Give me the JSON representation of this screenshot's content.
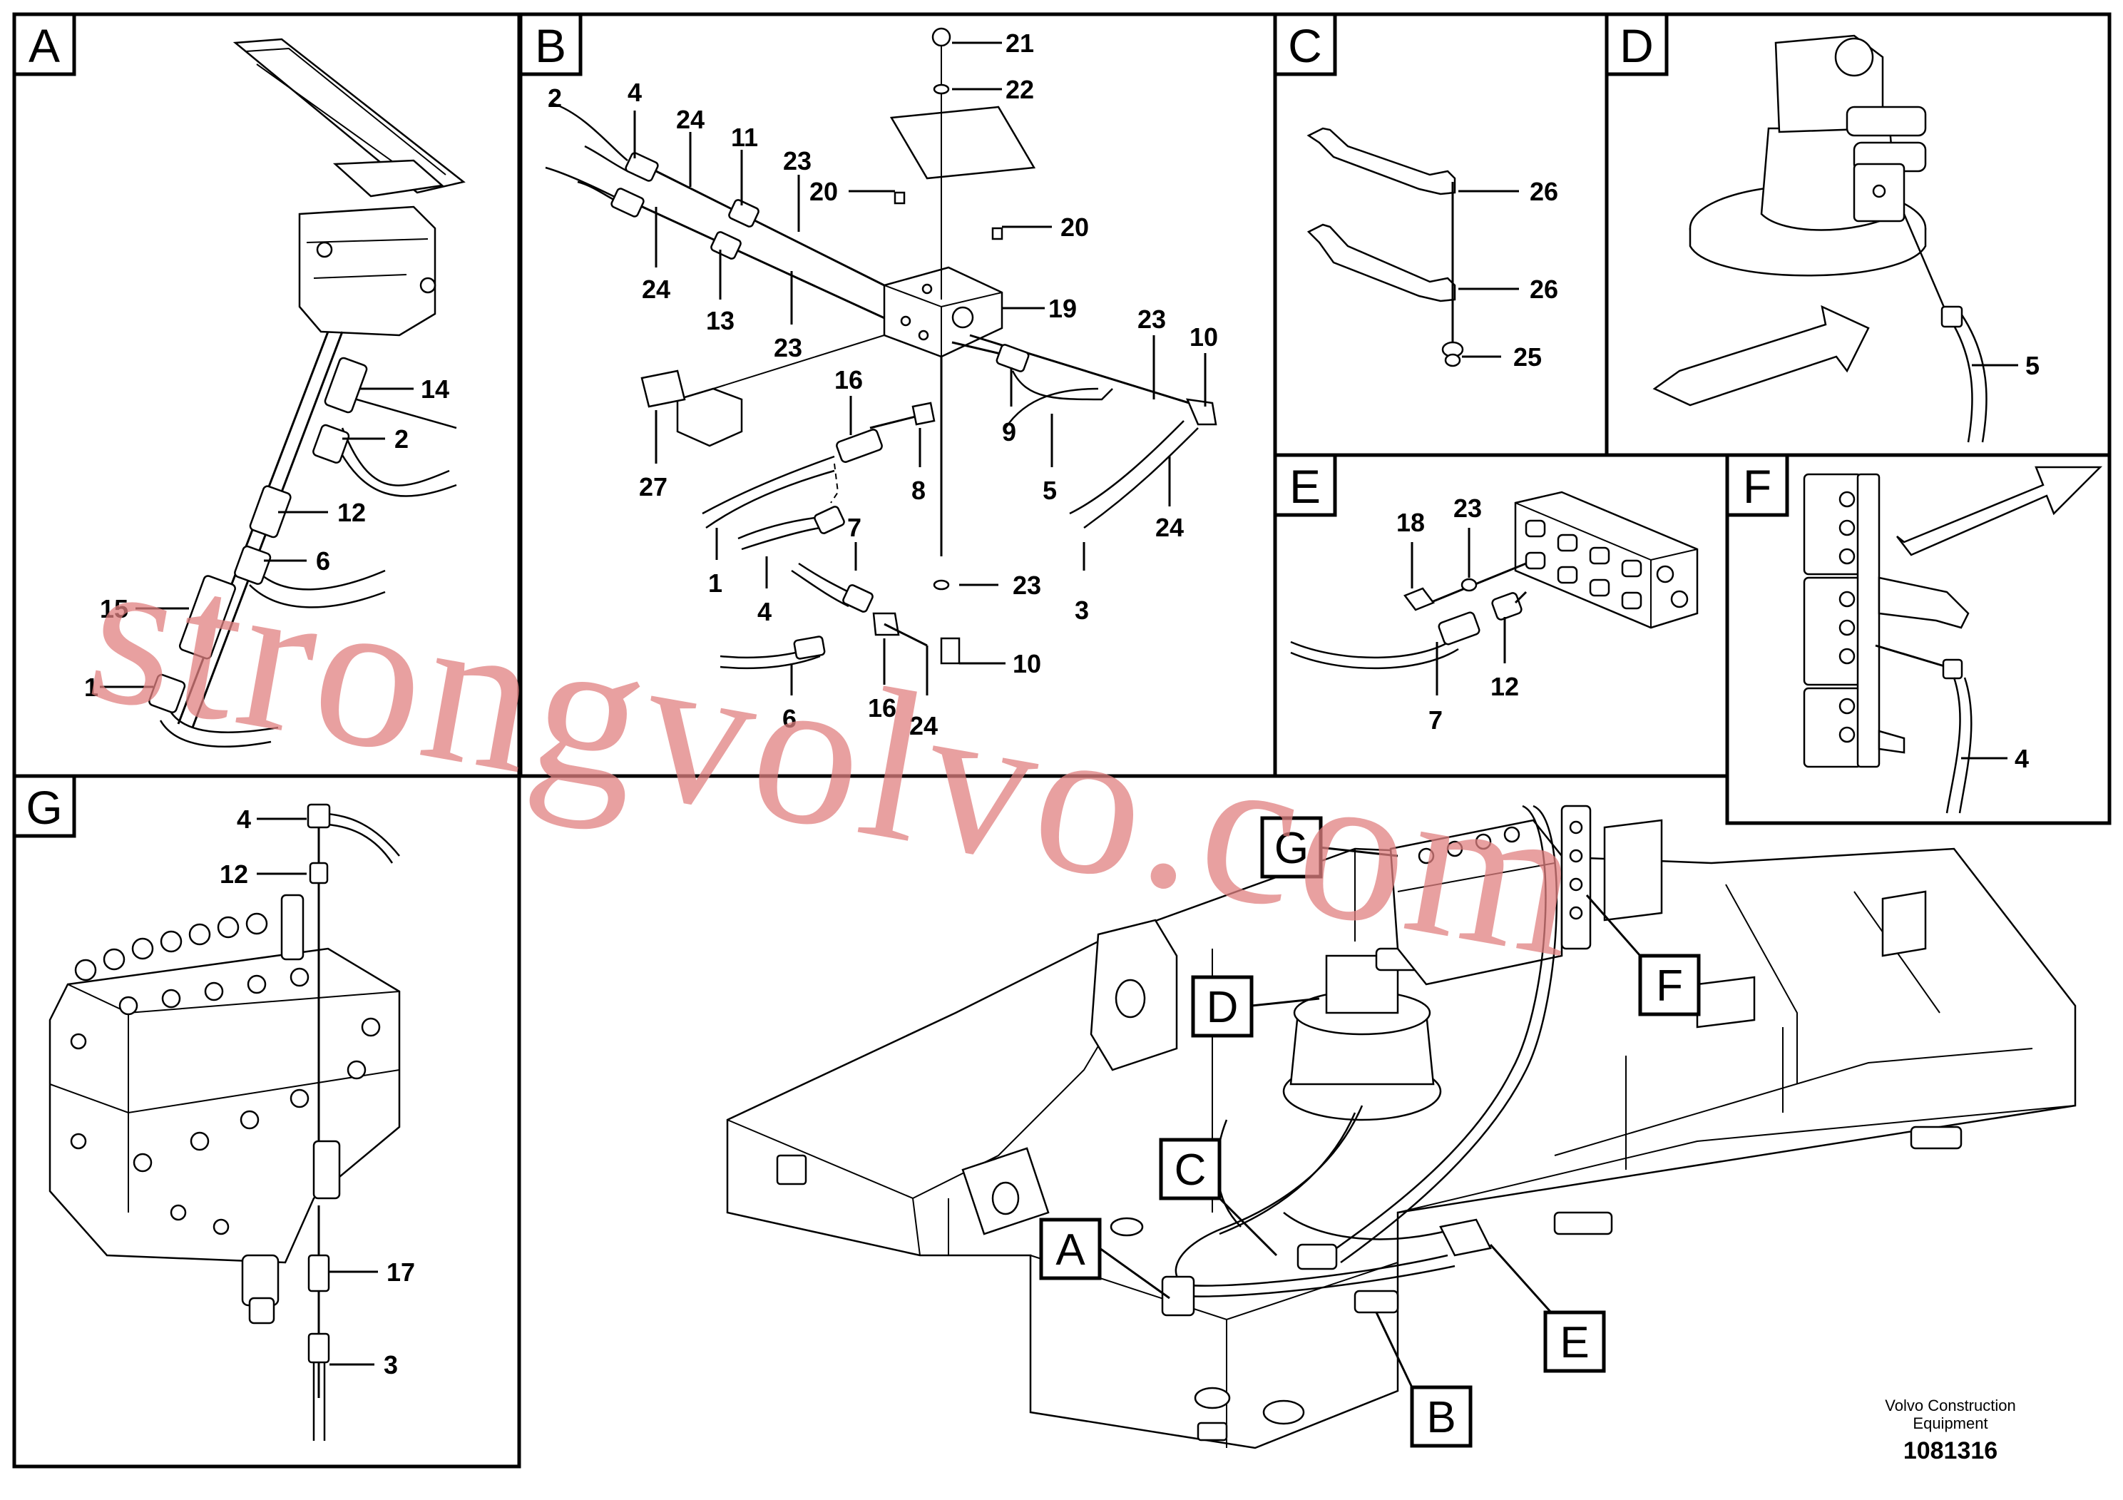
{
  "panels": {
    "A": {
      "letter": "A",
      "labels": {
        "n14": "14",
        "n2": "2",
        "n12": "12",
        "n6": "6",
        "n15": "15",
        "n1": "1"
      }
    },
    "B": {
      "letter": "B",
      "labels": {
        "n2": "2",
        "n4": "4",
        "n24a": "24",
        "n11": "11",
        "n23a": "23",
        "n21": "21",
        "n22": "22",
        "n20a": "20",
        "n20b": "20",
        "n24b": "24",
        "n13": "13",
        "n23b": "23",
        "n19": "19",
        "n23c": "23",
        "n10a": "10",
        "n16a": "16",
        "n27": "27",
        "n8": "8",
        "n9": "9",
        "n5": "5",
        "n24c": "24",
        "n1": "1",
        "n7": "7",
        "n23d": "23",
        "n4b": "4",
        "n3": "3",
        "n6": "6",
        "n16b": "16",
        "n24d": "24",
        "n10b": "10"
      }
    },
    "C": {
      "letter": "C",
      "labels": {
        "n26a": "26",
        "n26b": "26",
        "n25": "25"
      }
    },
    "D": {
      "letter": "D",
      "labels": {
        "n5": "5"
      }
    },
    "E": {
      "letter": "E",
      "labels": {
        "n18": "18",
        "n23": "23",
        "n7": "7",
        "n12": "12"
      }
    },
    "F": {
      "letter": "F",
      "labels": {
        "n4": "4"
      }
    },
    "G": {
      "letter": "G",
      "labels": {
        "n4": "4",
        "n12": "12",
        "n17": "17",
        "n3": "3"
      }
    }
  },
  "overview": {
    "callouts": {
      "G": "G",
      "D": "D",
      "F": "F",
      "C": "C",
      "A": "A",
      "E": "E",
      "B": "B"
    }
  },
  "watermark": "strongvolvo.com",
  "footer": {
    "company_line1": "Volvo Construction",
    "company_line2": "Equipment",
    "doc_number": "1081316"
  }
}
